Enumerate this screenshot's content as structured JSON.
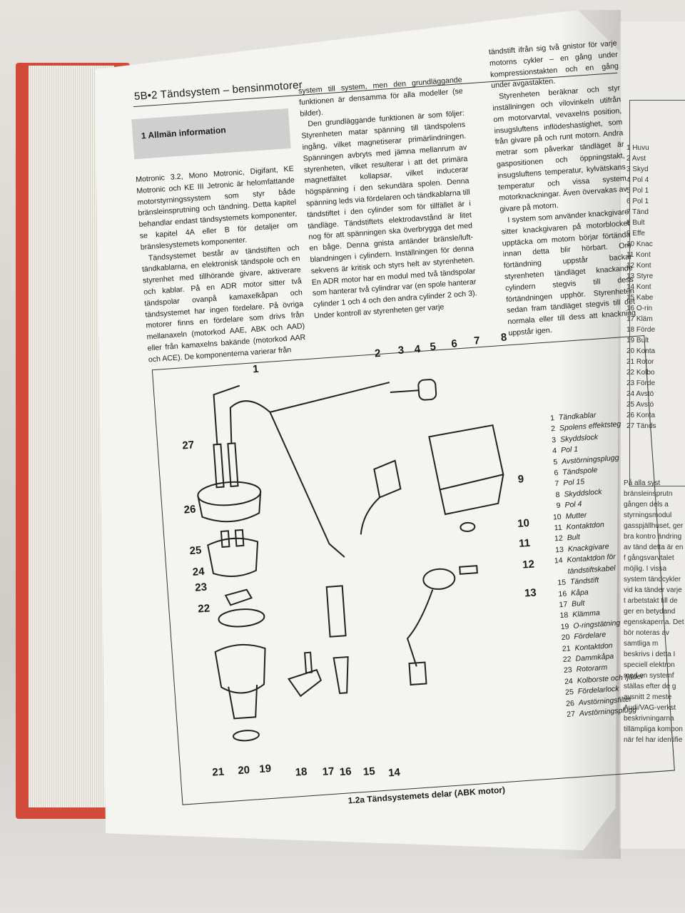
{
  "page": {
    "header": "5B•2  Tändsystem – bensinmotorer",
    "section_title": "1  Allmän information",
    "col1": [
      "Motronic 3.2, Mono Motronic, Digifant, KE Motronic och KE III Jetronic är helomfattande motorstyrningssystem som styr både bränsleinsprutning och tändning. Detta kapitel behandlar endast tändsystemets komponenter, se kapitel 4A eller B för detaljer om bränslesystemets komponenter.",
      "Tändsystemet består av tändstiften och tändkablarna, en elektronisk tändspole och en styrenhet med tillhörande givare, aktiverare och kablar. På en ADR motor sitter två tändspolar ovanpå kamaxelkåpan och tändsystemet har ingen fördelare. På övriga motorer finns en fördelare som drivs från mellanaxeln (motorkod AAE, ABK och AAD) eller från kamaxelns bakände (motorkod AAR och ACE). De komponenterna varierar från"
    ],
    "col2": [
      "system till system, men den grundläggande funktionen är densamma för alla modeller (se bilder).",
      "Den grundläggande funktionen är som följer: Styrenheten matar spänning till tändspolens ingång, vilket magnetiserar primärlindningen. Spänningen avbryts med jämna mellanrum av styrenheten, vilket resulterar i att det primära magnetfältet kollapsar, vilket inducerar högspänning i den sekundära spolen. Denna spänning leds via fördelaren och tändkablarna till tändstiftet i den cylinder som för tillfället är i tändläge. Tändstiftets elektrodavstånd är litet nog för att spänningen ska överbrygga det med en båge. Denna gnista antänder bränsle/luft-blandningen i cylindern. Inställningen för denna sekvens är kritisk och styrs helt av styrenheten. En ADR motor har en modul med två tändspolar som hanterar två cylindrar var (en spole hanterar cylinder 1 och 4 och den andra cylinder 2 och 3). Under kontroll av styrenheten ger varje"
    ],
    "col3": [
      "tändstift ifrån sig två gnistor för varje motorns cykler – en gång under kompressionstakten och en gång under avgastakten.",
      "Styrenheten beräknar och styr inställningen och vilovinkeln utifrån om motorvarvtal, vevaxelns position, insugsluftens inflödeshastighet, som från givare på och runt motorn. Andra metrar som påverkar tändläget är gaspositionen och öppningstakt, insugsluftens temperatur, kylvätskans temperatur och vissa system motorknackningar. Även övervakas av givare på motorn.",
      "I system som använder knackgivare sitter knackgivaren på motorblocket upptäcka om motorn börjar förtända innan detta blir hörbart. Om förtändning uppstår backar styrenheten tändläget knackande cylindern stegvis till dess förtändningen upphör. Styrenheten sedan fram tändläget stegvis till det normala eller till dess att knackning uppstår igen."
    ],
    "legend": [
      {
        "n": "1",
        "label": "Tändkablar"
      },
      {
        "n": "2",
        "label": "Spolens effektsteg"
      },
      {
        "n": "3",
        "label": "Skyddslock"
      },
      {
        "n": "4",
        "label": "Pol 1"
      },
      {
        "n": "5",
        "label": "Avstörningsplugg"
      },
      {
        "n": "6",
        "label": "Tändspole"
      },
      {
        "n": "7",
        "label": "Pol 15"
      },
      {
        "n": "8",
        "label": "Skyddslock"
      },
      {
        "n": "9",
        "label": "Pol 4"
      },
      {
        "n": "10",
        "label": "Mutter"
      },
      {
        "n": "11",
        "label": "Kontaktdon"
      },
      {
        "n": "12",
        "label": "Bult"
      },
      {
        "n": "13",
        "label": "Knackgivare"
      },
      {
        "n": "14",
        "label": "Kontaktdon för tändstiftskabel"
      },
      {
        "n": "15",
        "label": "Tändstift"
      },
      {
        "n": "16",
        "label": "Kåpa"
      },
      {
        "n": "17",
        "label": "Bult"
      },
      {
        "n": "18",
        "label": "Klämma"
      },
      {
        "n": "19",
        "label": "O-ringstätning"
      },
      {
        "n": "20",
        "label": "Fördelare"
      },
      {
        "n": "21",
        "label": "Kontaktdon"
      },
      {
        "n": "22",
        "label": "Dammkåpa"
      },
      {
        "n": "23",
        "label": "Rotorarm"
      },
      {
        "n": "24",
        "label": "Kolborste och fjäder"
      },
      {
        "n": "25",
        "label": "Fördelarlock"
      },
      {
        "n": "26",
        "label": "Avstörningsfilter"
      },
      {
        "n": "27",
        "label": "Avstörningsplugg"
      }
    ],
    "callouts": {
      "c1": "1",
      "c2": "2",
      "c3": "3",
      "c4": "4",
      "c5": "5",
      "c6": "6",
      "c7": "7",
      "c8": "8",
      "c9": "9",
      "c10": "10",
      "c11": "11",
      "c12": "12",
      "c13": "13",
      "c14": "14",
      "c15": "15",
      "c16": "16",
      "c17": "17",
      "c18": "18",
      "c19": "19",
      "c20": "20",
      "c21": "21",
      "c22": "22",
      "c23": "23",
      "c24": "24",
      "c25": "25",
      "c26": "26",
      "c27": "27"
    },
    "caption": "1.2a Tändsystemets delar (ABK motor)"
  },
  "right_page": {
    "list": [
      "1  Huvu",
      "2  Avst",
      "3  Skyd",
      "4  Pol 4",
      "5  Pol 1",
      "6  Pol 1",
      "7  Tänd",
      "8  Bult",
      "9  Effe",
      "10  Knac",
      "11  Kont",
      "12  Kont",
      "13  Styre",
      "14  Kont",
      "15  Kabe",
      "16  O-rin",
      "17  Kläm",
      "18  Förde",
      "19  Bult",
      "20  Konta",
      "21  Rotor",
      "22  Kolbo",
      "23  Förde",
      "24  Avstö",
      "25  Avstö",
      "26  Konta",
      "27  Tänds"
    ],
    "para": "På alla syst bränsleinsprutn gången dels a styrningsmodul gasspjällhuset, ger bra kontro ändring av tänd detta är en f gångsvarvtalet möjlig. I vissa system tändcykler vid ka tänder varje t arbetstakt till de ger en betydand egenskaperna. Det bör noteras av samtliga m beskrivs i detta I speciell elektron med en systemf ställas efter de g avsnitt 2 meste Audi/VAG-verkst beskrivningarna tillämpliga kompon när fel har identifie"
  }
}
